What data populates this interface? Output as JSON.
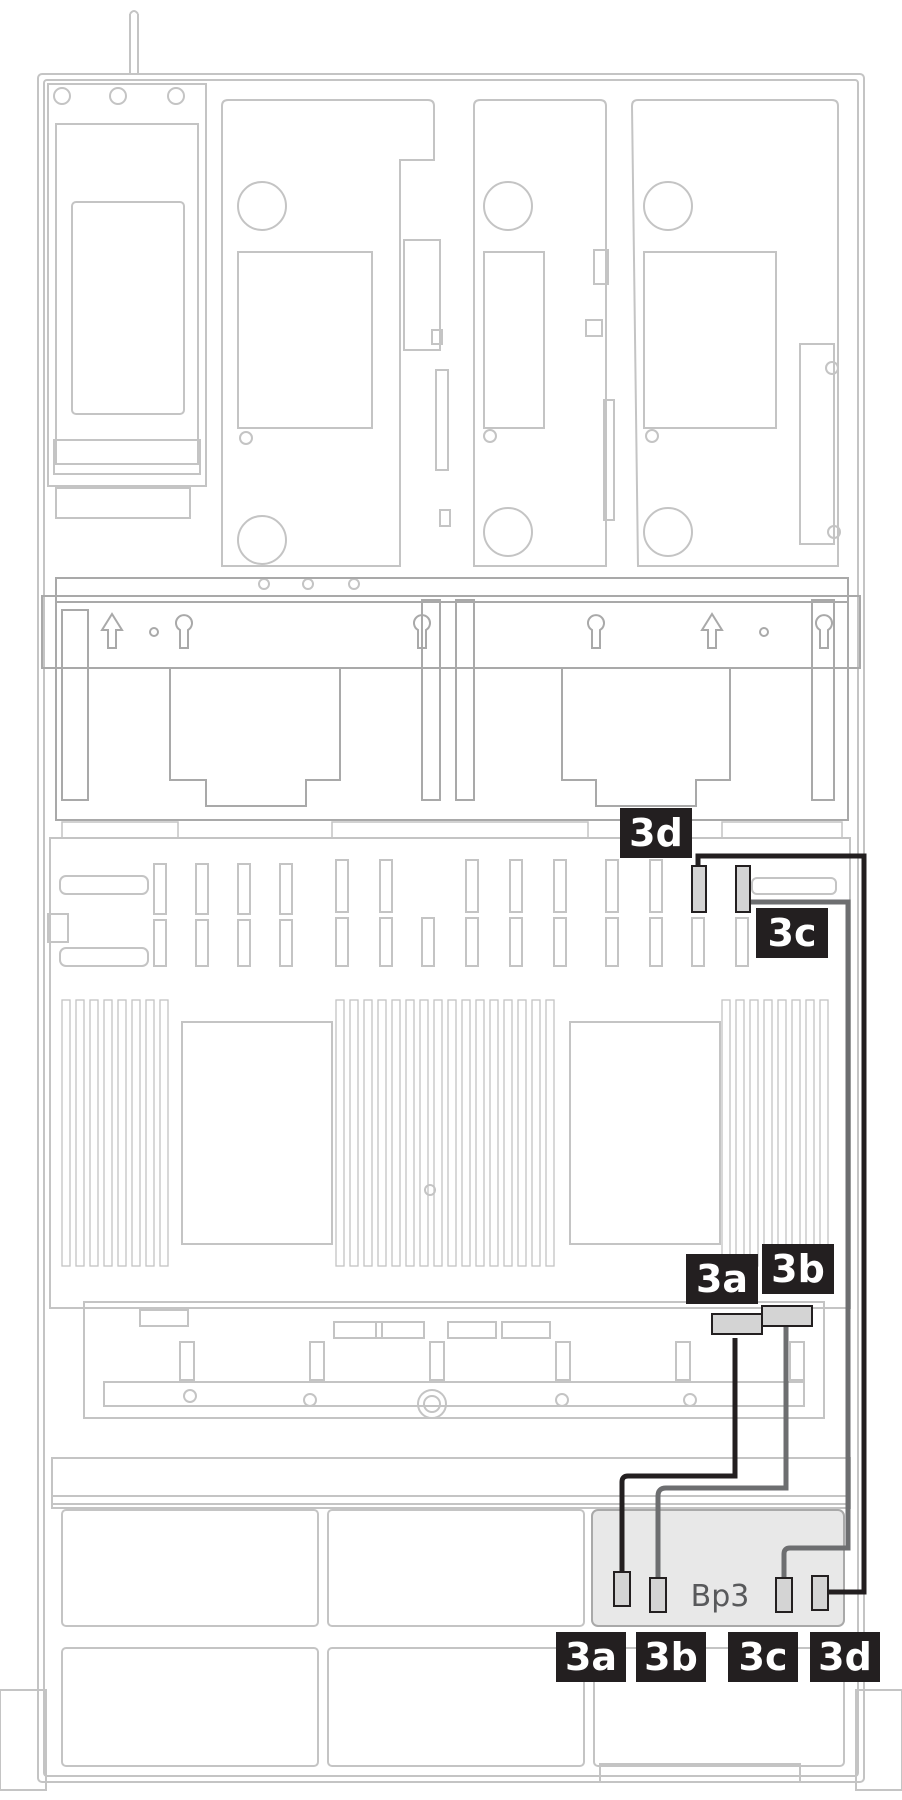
{
  "colors": {
    "outline": "#c4c4c4",
    "outline_dark": "#a9a9a9",
    "callout_bg": "#231f20",
    "callout_text": "#ffffff",
    "cable_dark": "#231f20",
    "cable_gray": "#6d6e70",
    "backplane_fill": "#e8e8e8",
    "connector_fill": "#d4d4d4"
  },
  "backplane": {
    "label": "Bp3"
  },
  "callouts": {
    "top_3d": "3d",
    "top_3c": "3c",
    "mid_3a": "3a",
    "mid_3b": "3b",
    "bottom": [
      "3a",
      "3b",
      "3c",
      "3d"
    ]
  },
  "cables": [
    {
      "id": "3a",
      "color": "dark"
    },
    {
      "id": "3b",
      "color": "gray"
    },
    {
      "id": "3c",
      "color": "gray"
    },
    {
      "id": "3d",
      "color": "dark"
    }
  ],
  "icons": [
    "up-arrow-icon",
    "up-arrow-icon"
  ]
}
